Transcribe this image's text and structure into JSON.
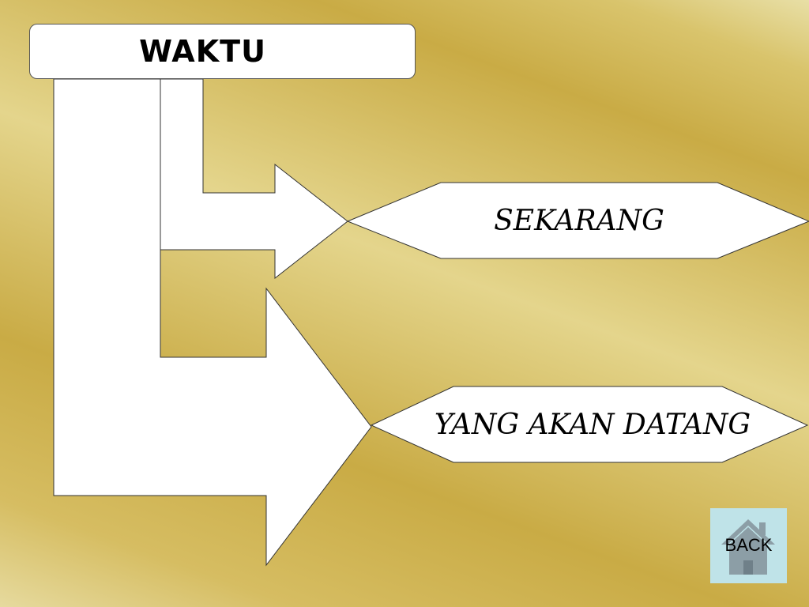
{
  "diagram": {
    "title": "WAKTU",
    "branches": [
      {
        "label": "SEKARANG"
      },
      {
        "label": "YANG AKAN DATANG"
      }
    ]
  },
  "navigation": {
    "back_label": "BACK",
    "back_icon": "home-icon"
  },
  "colors": {
    "background_gold": "#c9ab45",
    "background_light": "#e4d58c",
    "shape_fill": "#ffffff",
    "back_button_fill": "#bfe3e8",
    "house_icon": "#8c9ea6"
  }
}
